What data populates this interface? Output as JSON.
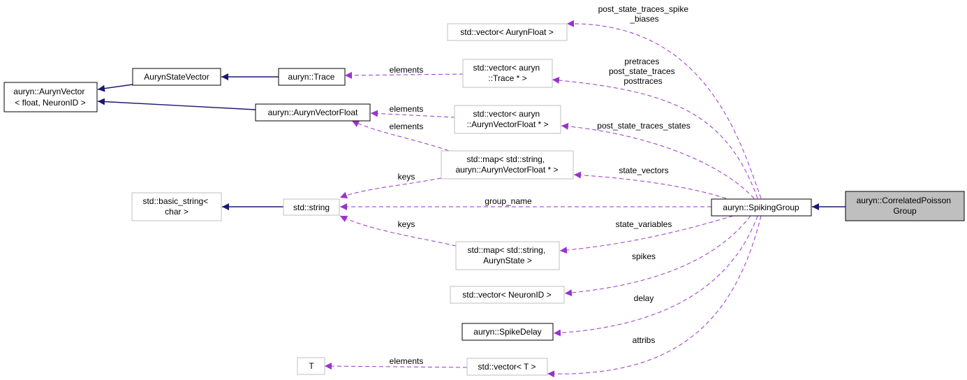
{
  "colors": {
    "inherit_edge": "#191970",
    "usage_edge": "#9a32cd",
    "node_border_main": "#000000",
    "node_border_light": "#bfbfbf",
    "focus_fill": "#bfbfbf"
  },
  "nodes": {
    "correlated": {
      "lines": [
        "auryn::CorrelatedPoisson",
        "Group"
      ]
    },
    "spiking_group": {
      "lines": [
        "auryn::SpikingGroup"
      ]
    },
    "vec_float": {
      "lines": [
        "std::vector< AurynFloat >"
      ]
    },
    "vec_trace": {
      "lines": [
        "std::vector< auryn",
        "::Trace * >"
      ]
    },
    "vec_avf": {
      "lines": [
        "std::vector< auryn",
        "::AurynVectorFloat * >"
      ]
    },
    "map_avf": {
      "lines": [
        "std::map< std::string,",
        "auryn::AurynVectorFloat * >"
      ]
    },
    "std_string": {
      "lines": [
        "std::string"
      ]
    },
    "map_state": {
      "lines": [
        "std::map< std::string,",
        "AurynState >"
      ]
    },
    "vec_neuron": {
      "lines": [
        "std::vector< NeuronID >"
      ]
    },
    "spike_delay": {
      "lines": [
        "auryn::SpikeDelay"
      ]
    },
    "vec_t": {
      "lines": [
        "std::vector< T >"
      ]
    },
    "t": {
      "lines": [
        "T"
      ]
    },
    "basic_string": {
      "lines": [
        "std::basic_string<",
        "char >"
      ]
    },
    "trace": {
      "lines": [
        "auryn::Trace"
      ]
    },
    "state_vector": {
      "lines": [
        "AurynStateVector"
      ]
    },
    "avf": {
      "lines": [
        "auryn::AurynVectorFloat"
      ]
    },
    "auryn_vector": {
      "lines": [
        "auryn::AurynVector",
        "< float, NeuronID >"
      ]
    }
  },
  "edge_labels": {
    "post_state_traces_spike_biases": [
      "post_state_traces_spike",
      "_biases"
    ],
    "pretraces": [
      "pretraces",
      "post_state_traces",
      "posttraces"
    ],
    "post_state_traces_states": [
      "post_state_traces_states"
    ],
    "state_vectors": [
      "state_vectors"
    ],
    "group_name": [
      "group_name"
    ],
    "state_variables": [
      "state_variables"
    ],
    "spikes": [
      "spikes"
    ],
    "delay": [
      "delay"
    ],
    "attribs": [
      "attribs"
    ],
    "elements_trace": [
      "elements"
    ],
    "elements_avf": [
      "elements"
    ],
    "elements_map": [
      "elements"
    ],
    "keys_map_avf": [
      "keys"
    ],
    "keys_map_state": [
      "keys"
    ],
    "elements_t": [
      "elements"
    ]
  }
}
